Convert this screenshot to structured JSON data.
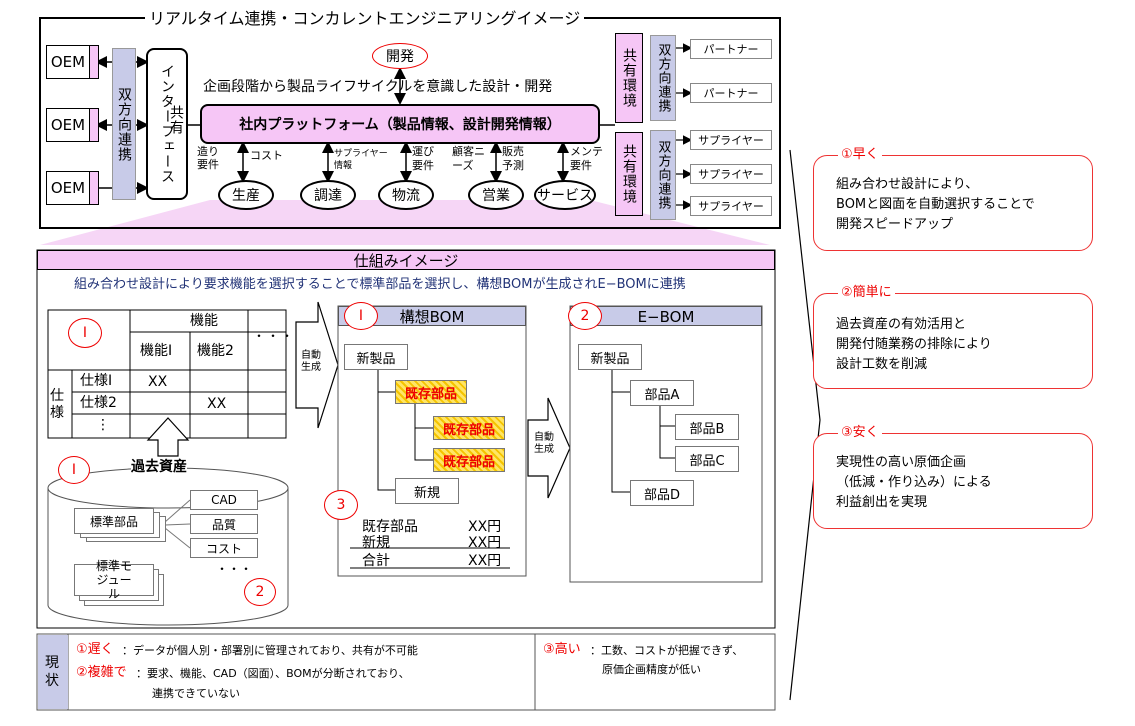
{
  "top": {
    "title": "リアルタイム連携・コンカレントエンジニアリングイメージ",
    "oem": [
      "OEM",
      "OEM",
      "OEM"
    ],
    "bidir_left": "双方向連携",
    "interface": "インターフェース",
    "kyoyu": "共有",
    "kaihatsu": "開発",
    "caption": "企画段階から製品ライフサイクルを意識した設計・開発",
    "platform": "社内プラットフォーム（製品情報、設計開発情報）",
    "shared_env": [
      "共有環境",
      "共有環境"
    ],
    "bidir_right": [
      "双方向連携",
      "双方向連携"
    ],
    "partners": [
      "パートナー",
      "パートナー"
    ],
    "suppliers": [
      "サプライヤー",
      "サプライヤー",
      "サプライヤー"
    ],
    "labels": {
      "tsukuri": "造り要件",
      "cost": "コスト",
      "supplier_info": "サプライヤー情報",
      "hakobi": "運び要件",
      "kokyaku": "顧客ニーズ",
      "hanbai": "販売予測",
      "mente": "メンテ要件"
    },
    "ovals": [
      "生産",
      "調達",
      "物流",
      "営業",
      "サービス"
    ]
  },
  "mech": {
    "title": "仕組みイメージ",
    "subtitle": "組み合わせ設計により要求機能を選択することで標準部品を選択し、構想BOMが生成されE−BOMに連携",
    "table": {
      "circle": "I",
      "kinou": "機能",
      "dots3": "・・・",
      "kinou1": "機能Ⅰ",
      "kinou2": "機能2",
      "shiyou": "仕様",
      "shiyou1": "仕様Ⅰ",
      "shiyou2": "仕様2",
      "vdots": "⋮",
      "xx1": "XX",
      "xx2": "XX"
    },
    "past": {
      "circle": "I",
      "title": "過去資産",
      "hyojun_buhin": "標準部品",
      "hyojun_module": "標準モジュール",
      "cad": "CAD",
      "hinshitsu": "品質",
      "cost": "コスト",
      "dots": "・・・",
      "circle2": "2"
    },
    "auto1": "自動生成",
    "auto2": "自動生成",
    "bom1": {
      "circle": "I",
      "title": "構想BOM",
      "root": "新製品",
      "existing": [
        "既存部品",
        "既存部品",
        "既存部品"
      ],
      "new": "新規",
      "circle3": "3",
      "cost_rows": [
        {
          "name": "既存部品",
          "val": "XX円"
        },
        {
          "name": "新規",
          "val": "XX円"
        },
        {
          "name": "合計",
          "val": "XX円"
        }
      ]
    },
    "bom2": {
      "circle": "2",
      "title": "E−BOM",
      "root": "新製品",
      "a": "部品A",
      "b": "部品B",
      "c": "部品C",
      "d": "部品D"
    }
  },
  "benefits": [
    {
      "heading": "①早く",
      "lines": [
        "組み合わせ設計により、",
        "BOMと図面を自動選択することで",
        "開発スピードアップ"
      ]
    },
    {
      "heading": "②簡単に",
      "lines": [
        "過去資産の有効活用と",
        "開発付随業務の排除により",
        "設計工数を削減"
      ]
    },
    {
      "heading": "③安く",
      "lines": [
        "実現性の高い原価企画",
        "（低減・作り込み）による",
        "利益創出を実現"
      ]
    }
  ],
  "status": {
    "label": "現状",
    "slow_key": "①遅く",
    "slow_text": "：データが個人別・部署別に管理されており、共有が不可能",
    "complex_key": "②複雑で",
    "complex_text1": "：要求、機能、CAD（図面）、BOMが分断されており、",
    "complex_text2": "連携できていない",
    "high_key": "③高い",
    "high_text1": "：工数、コストが把握できず、",
    "high_text2": "原価企画精度が低い"
  }
}
